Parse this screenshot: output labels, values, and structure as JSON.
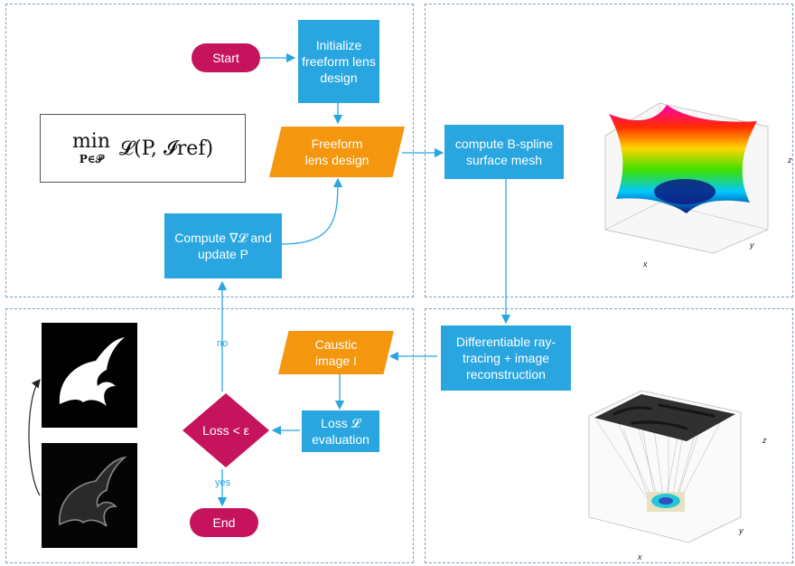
{
  "nodes": {
    "start": "Start",
    "init": "Initialize\nfreeform lens\ndesign",
    "freeform": "Freeform\nlens design",
    "bspline": "compute B-spline\nsurface mesh",
    "compute_grad": "Compute ∇𝓛 and\nupdate P",
    "raytrace": "Differentiable ray-\ntracing + image\nreconstruction",
    "caustic": "Caustic\nimage I",
    "loss_eval": "Loss 𝓛\nevaluation",
    "decision": "Loss < ε",
    "end": "End"
  },
  "edge_labels": {
    "no": "no",
    "yes": "yes"
  },
  "formula": {
    "op": "min",
    "sub": "P∈𝒫",
    "expr": "𝓛(P,  𝓘ref)"
  },
  "axes": {
    "surface": {
      "x": "x",
      "y": "y",
      "z": "z"
    },
    "raytrace": {
      "x": "x",
      "y": "y",
      "z": "z"
    }
  },
  "colors": {
    "process": "#29a6e0",
    "io": "#f5960f",
    "terminal": "#c6135e",
    "border": "#7f9cc6"
  }
}
